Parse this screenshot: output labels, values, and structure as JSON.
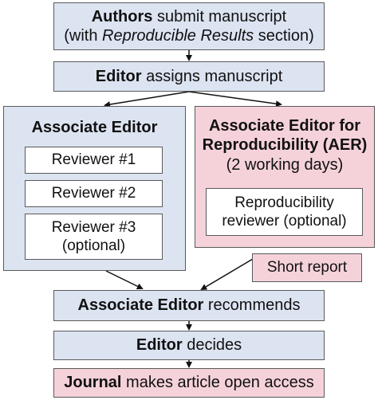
{
  "authors_box": {
    "bold": "Authors",
    "text": " submit manuscript",
    "line2_pre": "(with ",
    "line2_italic": "Reproducible Results",
    "line2_post": " section)"
  },
  "editor_assigns_box": {
    "bold": "Editor",
    "text": " assigns manuscript"
  },
  "associate_editor_box": {
    "title": "Associate Editor",
    "reviewers": [
      "Reviewer #1",
      "Reviewer #2"
    ],
    "reviewer3_line1": "Reviewer #3",
    "reviewer3_line2": "(optional)"
  },
  "aer_box": {
    "title_line1": "Associate Editor for",
    "title_line2": "Reproducibility (AER)",
    "subtitle": "(2 working days)",
    "inner_line1": "Reproducibility",
    "inner_line2": "reviewer (optional)"
  },
  "short_report_box": {
    "text": "Short report"
  },
  "recommends_box": {
    "bold": "Associate Editor",
    "text": " recommends"
  },
  "decides_box": {
    "bold": "Editor",
    "text": " decides"
  },
  "journal_box": {
    "bold": "Journal",
    "text": " makes article open access"
  },
  "colors": {
    "blue_fill": "#dce3f1",
    "pink_fill": "#f5d2da",
    "border": "#5a5a5a",
    "arrow": "#111111"
  }
}
